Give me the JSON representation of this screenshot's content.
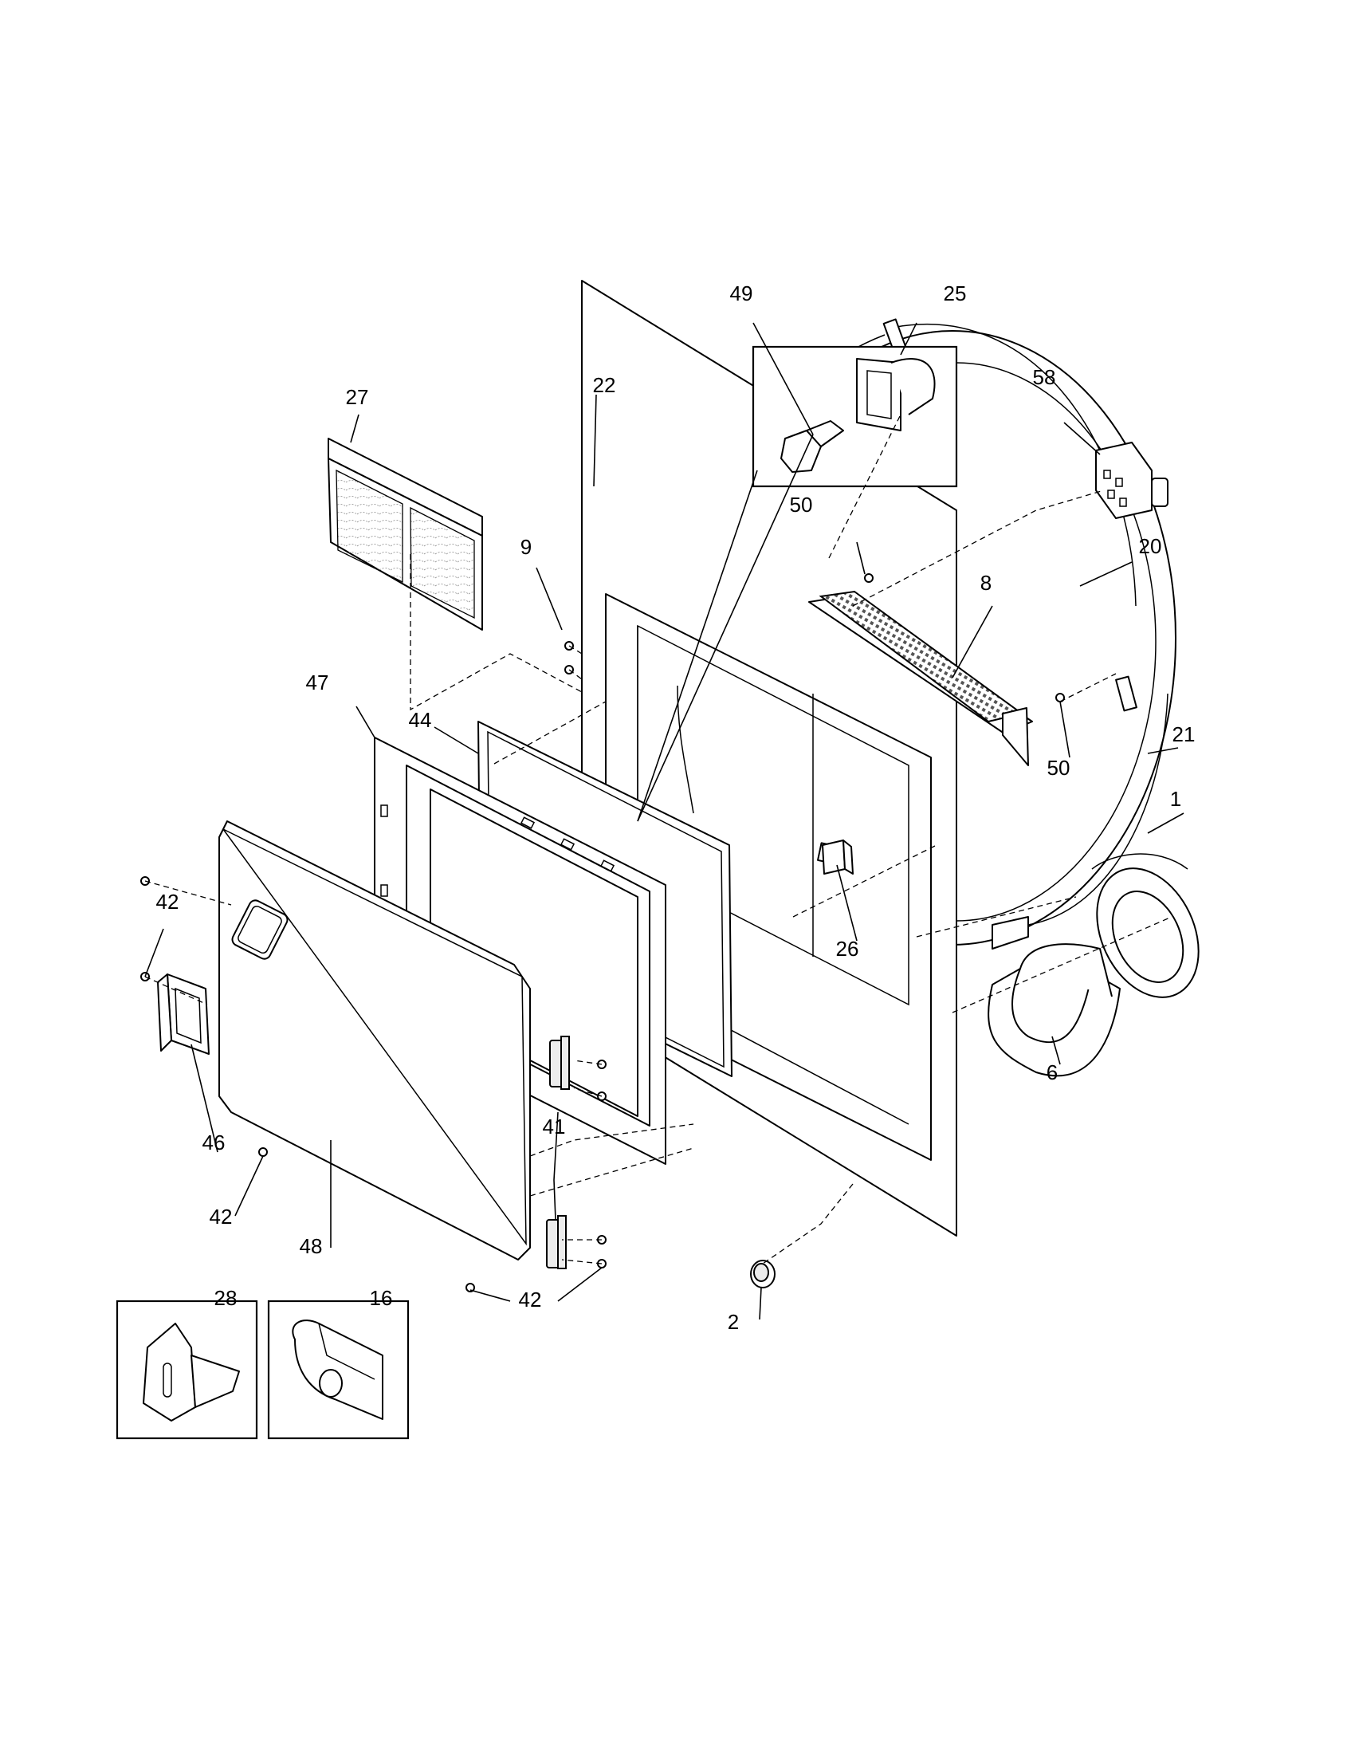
{
  "callouts": {
    "c49": "49",
    "c25": "25",
    "c27": "27",
    "c22": "22",
    "c58": "58",
    "c50a": "50",
    "c20": "20",
    "c9": "9",
    "c8": "8",
    "c47": "47",
    "c44": "44",
    "c50b": "50",
    "c21": "21",
    "c1": "1",
    "c42a": "42",
    "c26": "26",
    "c6": "6",
    "c46": "46",
    "c41": "41",
    "c42b": "42",
    "c48": "48",
    "c2": "2",
    "c28": "28",
    "c16": "16",
    "c42c": "42"
  }
}
